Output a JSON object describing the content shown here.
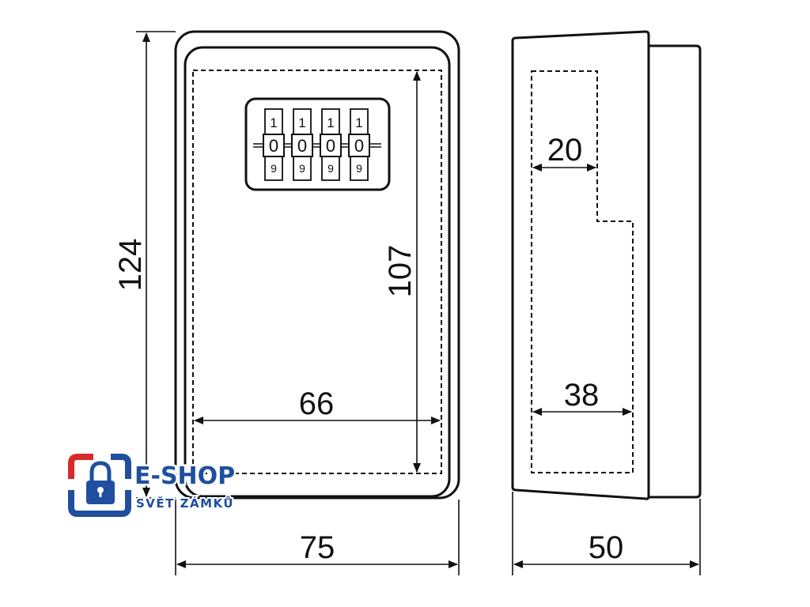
{
  "dimensions": {
    "height_outer": "124",
    "height_inner": "107",
    "width_inner": "66",
    "width_outer": "75",
    "depth_outer": "50",
    "depth_upper": "20",
    "depth_lower": "38"
  },
  "dials": [
    {
      "top": "1",
      "middle": "0",
      "bottom": "9"
    },
    {
      "top": "1",
      "middle": "0",
      "bottom": "9"
    },
    {
      "top": "1",
      "middle": "0",
      "bottom": "9"
    },
    {
      "top": "1",
      "middle": "0",
      "bottom": "9"
    }
  ],
  "logo": {
    "title": "E-SHOP",
    "subtitle": "SVĚT ZÁMKŮ",
    "colors": {
      "blue": "#1f4f9e",
      "red": "#d62b2b",
      "white": "#ffffff"
    }
  }
}
